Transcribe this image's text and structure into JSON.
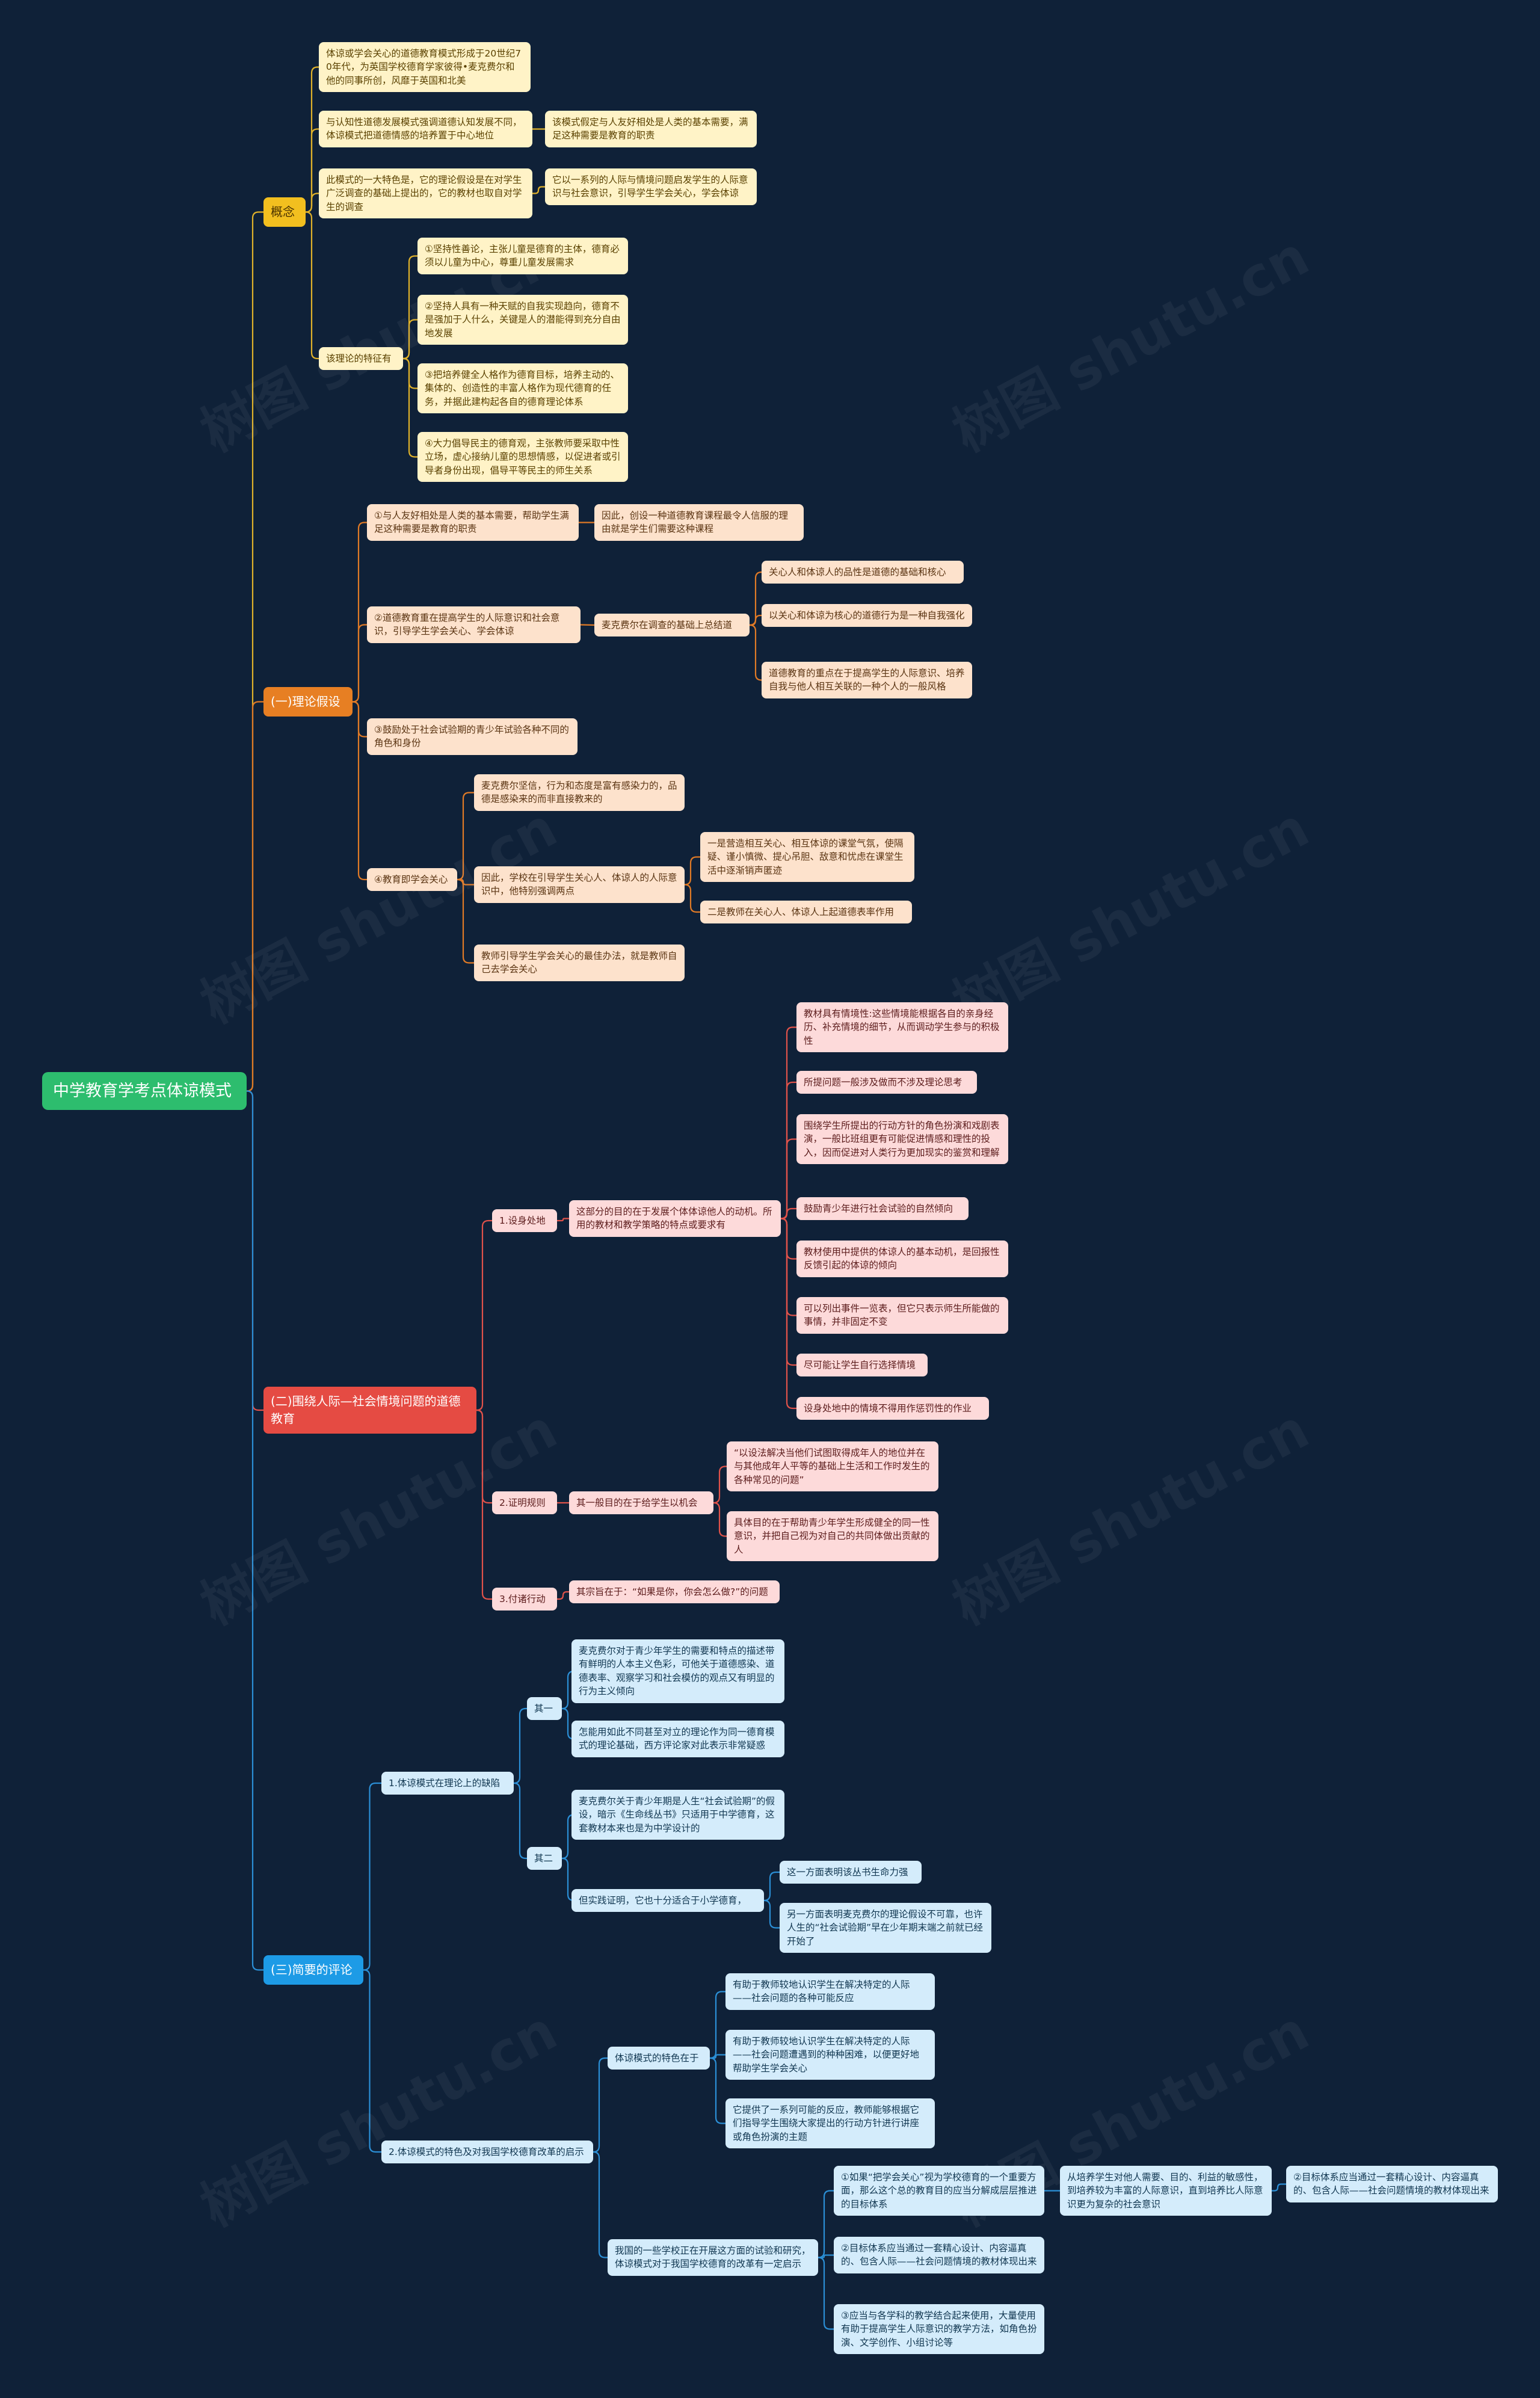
{
  "colors": {
    "background": "#0f2138",
    "root": "#2dbd6e",
    "yellow": "#f2bf1f",
    "orange": "#e77f23",
    "red": "#e54b43",
    "blue": "#1d9be6",
    "line_yellow": "#e0b22a",
    "line_orange": "#e07a26",
    "line_red": "#e0524a",
    "line_blue": "#2b8fd6"
  },
  "watermark": "树图 shutu.cn",
  "nodes": {
    "root": "中学教育学考点体谅模式",
    "concept": "概念",
    "c_1": "体谅或学会关心的道德教育模式形成于20世纪70年代，为英国学校德育学家彼得•麦克费尔和他的同事所创，风靡于英国和北美",
    "c_2": "与认知性道德发展模式强调道德认知发展不同，体谅模式把道德情感的培养置于中心地位",
    "c_2a": "该模式假定与人友好相处是人类的基本需要，满足这种需要是教育的职责",
    "c_3": "此模式的一大特色是，它的理论假设是在对学生广泛调查的基础上提出的，它的教材也取自对学生的调查",
    "c_3a": "它以一系列的人际与情境问题启发学生的人际意识与社会意识，引导学生学会关心，学会体谅",
    "c_4": "该理论的特征有",
    "c_4a": "①坚持性善论，主张儿童是德育的主体，德育必须以儿童为中心，尊重儿童发展需求",
    "c_4b": "②坚持人具有一种天赋的自我实现趋向，德育不是强加于人什么，关键是人的潜能得到充分自由地发展",
    "c_4c": "③把培养健全人格作为德育目标，培养主动的、集体的、创造性的丰富人格作为现代德育的任务，并据此建构起各自的德育理论体系",
    "c_4d": "④大力倡导民主的德育观，主张教师要采取中性立场，虚心接纳儿童的思想情感，以促进者或引导者身份出现，倡导平等民主的师生关系",
    "theory": "(一)理论假设",
    "t_1": "①与人友好相处是人类的基本需要，帮助学生满足这种需要是教育的职责",
    "t_1a": "因此，创设一种道德教育课程最令人信服的理由就是学生们需要这种课程",
    "t_2": "②道德教育重在提高学生的人际意识和社会意识，引导学生学会关心、学会体谅",
    "t_2a": "麦克费尔在调查的基础上总结道",
    "t_2a1": "关心人和体谅人的品性是道德的基础和核心",
    "t_2a2": "以关心和体谅为核心的道德行为是一种自我强化",
    "t_2a3": "道德教育的重点在于提高学生的人际意识、培养自我与他人相互关联的一种个人的一般风格",
    "t_3": "③鼓励处于社会试验期的青少年试验各种不同的角色和身份",
    "t_4": "④教育即学会关心",
    "t_4a": "麦克费尔坚信，行为和态度是富有感染力的，品德是感染来的而非直接教来的",
    "t_4b": "因此，学校在引导学生关心人、体谅人的人际意识中，他特别强调两点",
    "t_4b1": "一是营造相互关心、相互体谅的课堂气氛，使隔疑、谨小慎微、提心吊胆、敌意和忧虑在课堂生活中逐渐销声匿迹",
    "t_4b2": "二是教师在关心人、体谅人上起道德表率作用",
    "t_4c": "教师引导学生学会关心的最佳办法，就是教师自己去学会关心",
    "moral": "(二)围绕人际—社会情境问题的道德教育",
    "m_1": "1.设身处地",
    "m_1a": "这部分的目的在于发展个体体谅他人的动机。所用的教材和教学策略的特点或要求有",
    "m_1a1": "教材具有情境性:这些情境能根据各自的亲身经历、补充情境的细节，从而调动学生参与的积极性",
    "m_1a2": "所提问题一般涉及做而不涉及理论思考",
    "m_1a3": "围绕学生所提出的行动方针的角色扮演和戏剧表演，一般比班组更有可能促进情感和理性的投入，因而促进对人类行为更加现实的鉴赏和理解",
    "m_1a4": "鼓励青少年进行社会试验的自然倾向",
    "m_1a5": "教材使用中提供的体谅人的基本动机，是回报性反馈引起的体谅的倾向",
    "m_1a6": "可以列出事件一览表，但它只表示师生所能做的事情，并非固定不变",
    "m_1a7": "尽可能让学生自行选择情境",
    "m_1a8": "设身处地中的情境不得用作惩罚性的作业",
    "m_2": "2.证明规则",
    "m_2a": "其一般目的在于给学生以机会",
    "m_2a1": "“以设法解决当他们试图取得成年人的地位并在与其他成年人平等的基础上生活和工作时发生的各种常见的问题”",
    "m_2a2": "具体目的在于帮助青少年学生形成健全的同一性意识，并把自己视为对自己的共同体做出贡献的人",
    "m_3": "3.付诸行动",
    "m_3a": "其宗旨在于：“如果是你，你会怎么做?”的问题",
    "review": "(三)简要的评论",
    "r_1": "1.体谅模式在理论上的缺陷",
    "r_1a": "其一",
    "r_1a1": "麦克费尔对于青少年学生的需要和特点的描述带有鲜明的人本主义色彩，可他关于道德感染、道德表率、观察学习和社会模仿的观点又有明显的行为主义倾向",
    "r_1a2": "怎能用如此不同甚至对立的理论作为同一德育模式的理论基础，西方评论家对此表示非常疑惑",
    "r_1b": "其二",
    "r_1b1": "麦克费尔关于青少年期是人生“社会试验期”的假设，暗示《生命线丛书》只适用于中学德育，这套教材本来也是为中学设计的",
    "r_1b2": "但实践证明，它也十分适合于小学德育，",
    "r_1b2a": "这一方面表明该丛书生命力强",
    "r_1b2b": "另一方面表明麦克费尔的理论假设不可靠，也许人生的“社会试验期”早在少年期末端之前就已经开始了",
    "r_2": "2.体谅模式的特色及对我国学校德育改革的启示",
    "r_2a": "体谅模式的特色在于",
    "r_2a1": "有助于教师较地认识学生在解决特定的人际——社会问题的各种可能反应",
    "r_2a2": "有助于教师较地认识学生在解决特定的人际——社会问题遭遇到的种种困难，以便更好地帮助学生学会关心",
    "r_2a3": "它提供了一系列可能的反应，教师能够根据它们指导学生围绕大家提出的行动方针进行讲座或角色扮演的主题",
    "r_2b": "我国的一些学校正在开展这方面的试验和研究，体谅模式对于我国学校德育的改革有一定启示",
    "r_2b1": "①如果“把学会关心”视为学校德育的一个重要方面，那么这个总的教育目的应当分解成层层推进的目标体系",
    "r_2b1a": "从培养学生对他人需要、目的、利益的敏感性，到培养较为丰富的人际意识，直到培养比人际意识更为复杂的社会意识",
    "r_2b1b": "②目标体系应当通过一套精心设计、内容逼真的、包含人际——社会问题情境的教材体现出来",
    "r_2b2": "②目标体系应当通过一套精心设计、内容逼真的、包含人际——社会问题情境的教材体现出来",
    "r_2b3": "③应当与各学科的教学结合起来使用，大量使用有助于提高学生人际意识的教学方法，如角色扮演、文学创作、小组讨论等"
  }
}
